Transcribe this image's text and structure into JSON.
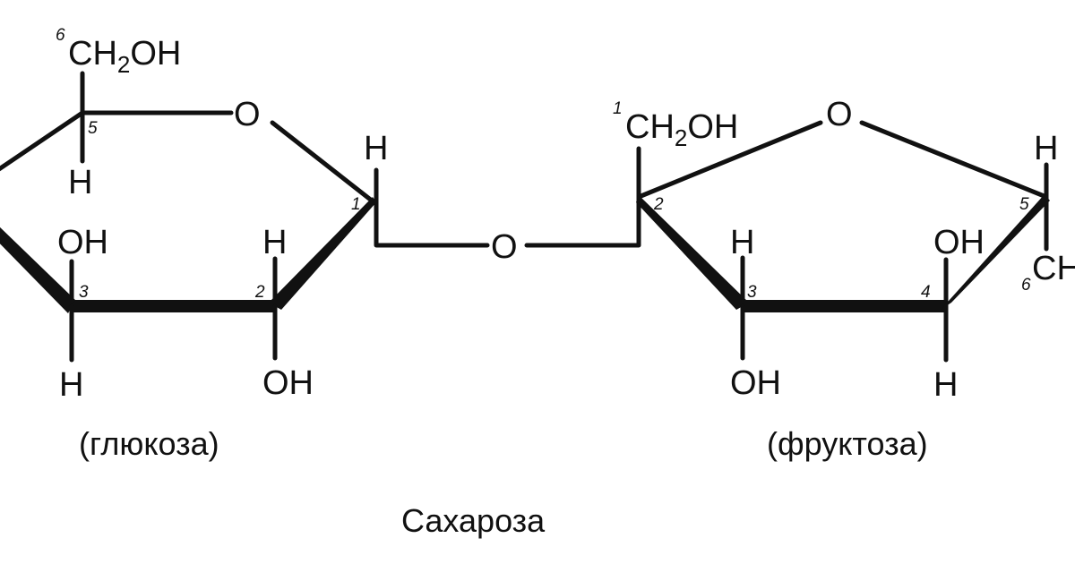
{
  "title": "Сахароза",
  "glucose": {
    "caption": "(глюкоза)",
    "ch2oh": {
      "num": "6",
      "ch": "CH",
      "sub": "2",
      "oh": "OH"
    },
    "ring_o": "O",
    "c5": {
      "num": "5",
      "h": "H"
    },
    "c1": {
      "num": "1",
      "h": "H"
    },
    "c2": {
      "num": "2",
      "h": "H",
      "oh": "OH"
    },
    "c3": {
      "num": "3",
      "oh": "OH",
      "h": "H"
    }
  },
  "bridge_o": "O",
  "fructose": {
    "caption": "(фруктоза)",
    "ch2oh": {
      "num": "1",
      "ch": "CH",
      "sub": "2",
      "oh": "OH"
    },
    "ring_o": "O",
    "c2": {
      "num": "2"
    },
    "c3": {
      "num": "3",
      "h": "H",
      "oh": "OH"
    },
    "c4": {
      "num": "4",
      "oh": "OH",
      "h": "H"
    },
    "c5": {
      "num": "5",
      "h": "H"
    },
    "c6": {
      "num": "6",
      "ch": "CH"
    }
  }
}
